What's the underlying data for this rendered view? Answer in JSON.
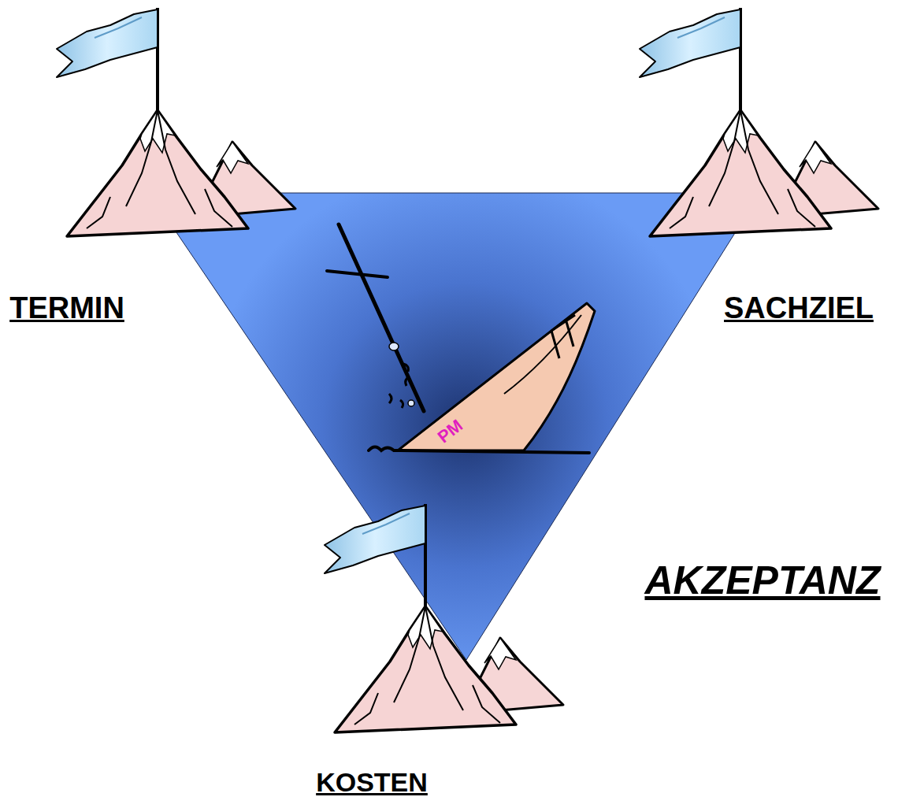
{
  "diagram": {
    "labels": [
      "TERMIN",
      "SACHZIEL",
      "PM",
      "AKZEPTANZ",
      "KOSTEN"
    ]
  }
}
